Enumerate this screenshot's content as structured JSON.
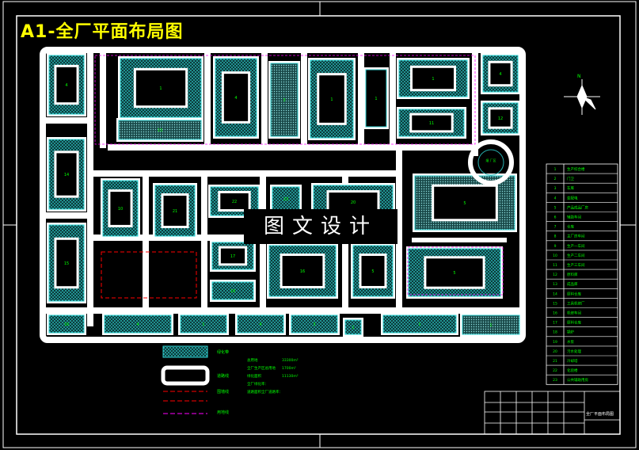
{
  "title": "A1-全厂平面布局图",
  "watermark": "图文设计",
  "north_label": "N",
  "stack_label": "烟\n厂区",
  "building_numbers": [
    "4",
    "1",
    "4",
    "3",
    "1",
    "1",
    "1",
    "4",
    "11",
    "12",
    "13",
    "14",
    "15",
    "16",
    "10",
    "21",
    "22",
    "23",
    "20",
    "5",
    "17",
    "18",
    "16",
    "5",
    "5"
  ],
  "legend_items": [
    {
      "label": "绿化带"
    },
    {
      "label": "道路线"
    },
    {
      "label": "围墙线"
    },
    {
      "label": "用地线"
    }
  ],
  "stats": [
    {
      "label": "总用地",
      "value": "33300m²"
    },
    {
      "label": "全厂生产区总用地",
      "value": "1700m²"
    },
    {
      "label": "绿化面积",
      "value": "11130m²"
    },
    {
      "label": "全厂绿化率：",
      "value": ""
    },
    {
      "label": "道路面积全厂道路率：",
      "value": ""
    }
  ],
  "table_rows": [
    {
      "no": "1",
      "name": "生产综合楼"
    },
    {
      "no": "2",
      "name": "门卫"
    },
    {
      "no": "3",
      "name": "车库"
    },
    {
      "no": "4",
      "name": "变配电"
    },
    {
      "no": "5",
      "name": "产品成品厂房"
    },
    {
      "no": "6",
      "name": "辅助车间"
    },
    {
      "no": "7",
      "name": "仓库"
    },
    {
      "no": "8",
      "name": "主厂房车间"
    },
    {
      "no": "9",
      "name": "生产一车间"
    },
    {
      "no": "10",
      "name": "生产二车间"
    },
    {
      "no": "11",
      "name": "生产三车间"
    },
    {
      "no": "12",
      "name": "原料库"
    },
    {
      "no": "13",
      "name": "成品库"
    },
    {
      "no": "14",
      "name": "原料仓库"
    },
    {
      "no": "15",
      "name": "工具机修厂"
    },
    {
      "no": "16",
      "name": "机修车间"
    },
    {
      "no": "17",
      "name": "原料仓库"
    },
    {
      "no": "18",
      "name": "锅炉"
    },
    {
      "no": "19",
      "name": "水泵"
    },
    {
      "no": "20",
      "name": "污水处理"
    },
    {
      "no": "21",
      "name": "冷却塔"
    },
    {
      "no": "22",
      "name": "化验楼"
    },
    {
      "no": "23",
      "name": "公共辅助用房"
    }
  ],
  "titleblock_text": "全厂平面布局图",
  "colors": {
    "frame": "#ffffff",
    "title": "#ffff00",
    "green_hatch": "#28b2b2",
    "road_line": "#ff00ff",
    "wall": "#ff0000",
    "text_green": "#00ff00"
  }
}
